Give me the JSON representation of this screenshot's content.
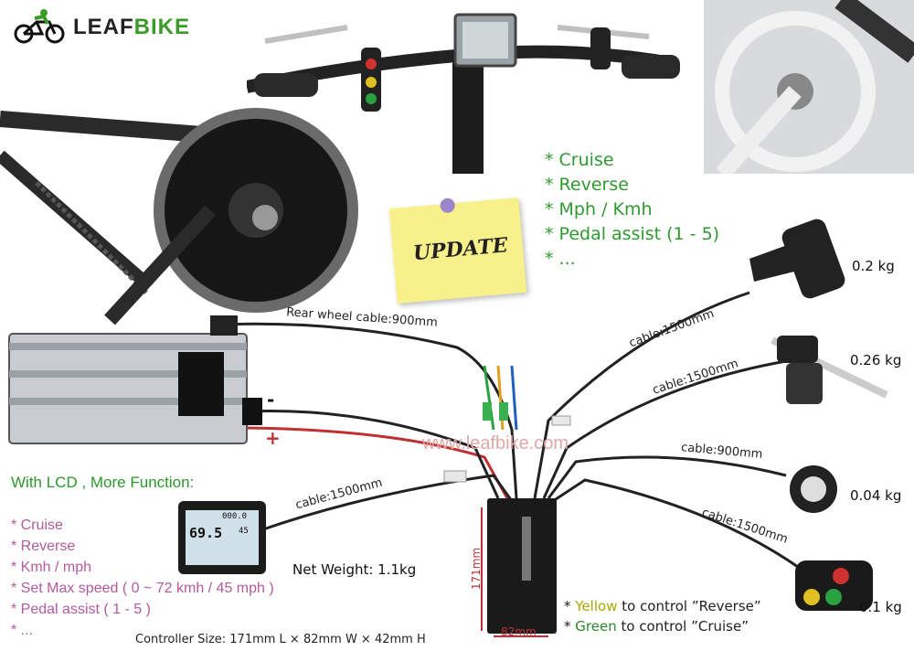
{
  "brand": {
    "logo_text_prefix": "LEAF",
    "logo_text_suffix": "BIKE"
  },
  "update_note": {
    "text": "UPDATE"
  },
  "top_features": [
    "* Cruise",
    "* Reverse",
    "* Mph / Kmh",
    "* Pedal assist (1 - 5)",
    "* ..."
  ],
  "labels": {
    "rear_wheel_cable": "Rear wheel cable:900mm",
    "cable_throttle": "cable:1500mm",
    "cable_brake": "cable:1500mm",
    "cable_pas": "cable:900mm",
    "cable_switch": "cable:1500mm",
    "cable_lcd": "cable:1500mm",
    "watermark": "www.leafbike.com",
    "minus": "-",
    "plus": "+",
    "dim_height": "171mm",
    "dim_width": "82mm"
  },
  "weights": {
    "throttle": "0.2 kg",
    "brake": "0.26 kg",
    "pas": "0.04 kg",
    "switch": "0.1 kg"
  },
  "lcd_section": {
    "title": "With LCD , More Function:",
    "items": [
      "* Cruise",
      "* Reverse",
      "* Kmh / mph",
      "* Set Max speed ( 0 ~ 72 kmh / 45 mph )",
      "* Pedal assist ( 1 - 5 )",
      "* ..."
    ],
    "screen_speed": "69.5",
    "screen_odo": "000.0",
    "screen_small": "45"
  },
  "controller": {
    "net_weight": "Net Weight: 1.1kg",
    "size": "Controller Size: 171mm L × 82mm W × 42mm H",
    "note1_prefix": "* ",
    "note1_color": "Yellow",
    "note1_rest": " to control ”Reverse”",
    "note2_prefix": "* ",
    "note2_color": "Green",
    "note2_rest": " to control ”Cruise”"
  },
  "colors": {
    "accent_green": "#2f9a2f",
    "pink": "#b35a9e",
    "red": "#c0303a"
  }
}
